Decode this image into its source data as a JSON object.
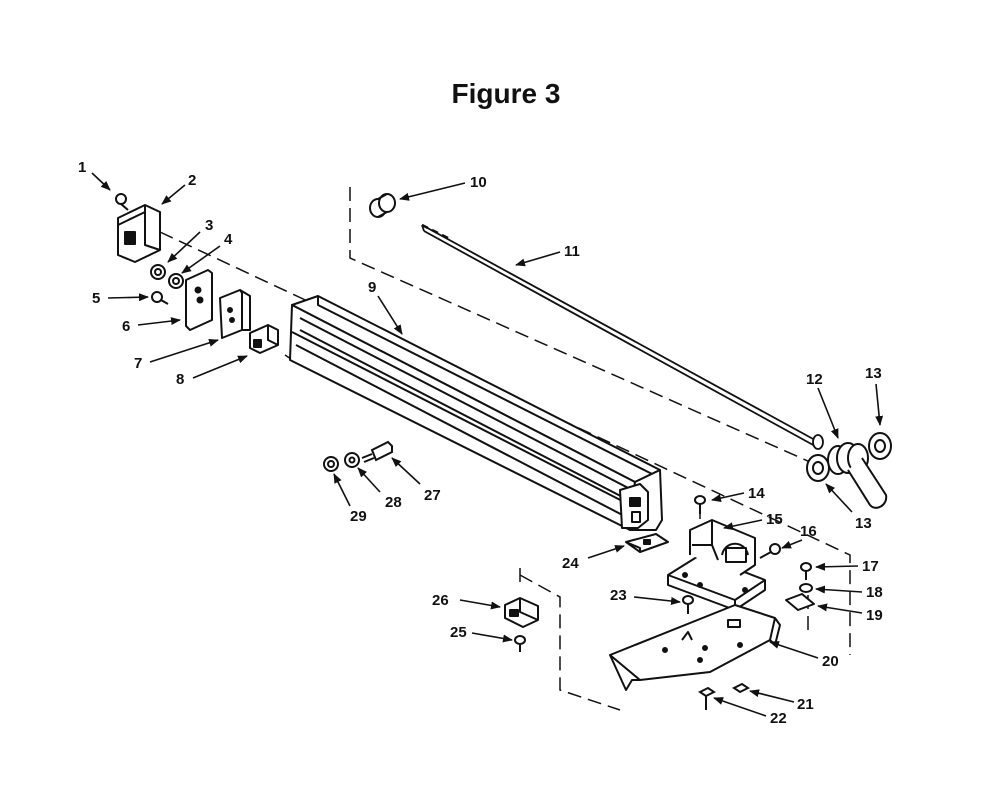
{
  "figure": {
    "title": "Figure 3"
  },
  "callouts": [
    {
      "id": "c1",
      "label": "1"
    },
    {
      "id": "c2",
      "label": "2"
    },
    {
      "id": "c3",
      "label": "3"
    },
    {
      "id": "c4",
      "label": "4"
    },
    {
      "id": "c5",
      "label": "5"
    },
    {
      "id": "c6",
      "label": "6"
    },
    {
      "id": "c7",
      "label": "7"
    },
    {
      "id": "c8",
      "label": "8"
    },
    {
      "id": "c9",
      "label": "9"
    },
    {
      "id": "c10",
      "label": "10"
    },
    {
      "id": "c11",
      "label": "11"
    },
    {
      "id": "c12",
      "label": "12"
    },
    {
      "id": "c13a",
      "label": "13"
    },
    {
      "id": "c13b",
      "label": "13"
    },
    {
      "id": "c14",
      "label": "14"
    },
    {
      "id": "c15",
      "label": "15"
    },
    {
      "id": "c16",
      "label": "16"
    },
    {
      "id": "c17",
      "label": "17"
    },
    {
      "id": "c18",
      "label": "18"
    },
    {
      "id": "c19",
      "label": "19"
    },
    {
      "id": "c20",
      "label": "20"
    },
    {
      "id": "c21",
      "label": "21"
    },
    {
      "id": "c22",
      "label": "22"
    },
    {
      "id": "c23",
      "label": "23"
    },
    {
      "id": "c24",
      "label": "24"
    },
    {
      "id": "c25",
      "label": "25"
    },
    {
      "id": "c26",
      "label": "26"
    },
    {
      "id": "c27",
      "label": "27"
    },
    {
      "id": "c28",
      "label": "28"
    },
    {
      "id": "c29",
      "label": "29"
    }
  ],
  "colors": {
    "ink": "#111111",
    "part_fill": "#ffffff",
    "shade": "#cfcfcf"
  }
}
